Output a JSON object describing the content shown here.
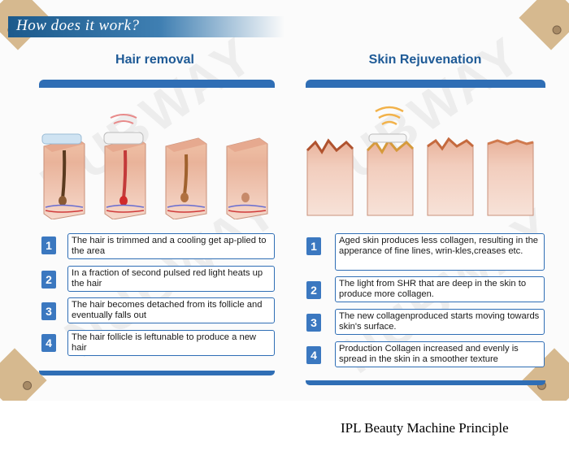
{
  "header": {
    "title": "How does it work?"
  },
  "watermark": "NUBWAY",
  "panels": [
    {
      "title": "Hair removal",
      "steps": [
        {
          "num": "1",
          "text": "The hair is trimmed and a cooling get ap-plied to the area"
        },
        {
          "num": "2",
          "text": "In a fraction of second pulsed red light heats up the hair"
        },
        {
          "num": "3",
          "text": "The hair becomes detached from its follicle and eventually falls out"
        },
        {
          "num": "4",
          "text": "The hair follicle is leftunable to produce a new hair"
        }
      ]
    },
    {
      "title": "Skin Rejuvenation",
      "steps": [
        {
          "num": "1",
          "text": "Aged skin produces less collagen, resulting in the apperance of fine lines, wrin-kles,creases etc."
        },
        {
          "num": "2",
          "text": "The light from SHR  that are deep in the skin to produce more collagen."
        },
        {
          "num": "3",
          "text": "The new collagenproduced starts moving towards skin's surface."
        },
        {
          "num": "4",
          "text": "Production Collagen increased and evenly is spread in the skin in a smoother texture"
        }
      ]
    }
  ],
  "caption": "IPL Beauty Machine Principle",
  "colors": {
    "accent": "#2f6eb5",
    "title": "#1e5a96",
    "corner": "#d6b98f"
  }
}
